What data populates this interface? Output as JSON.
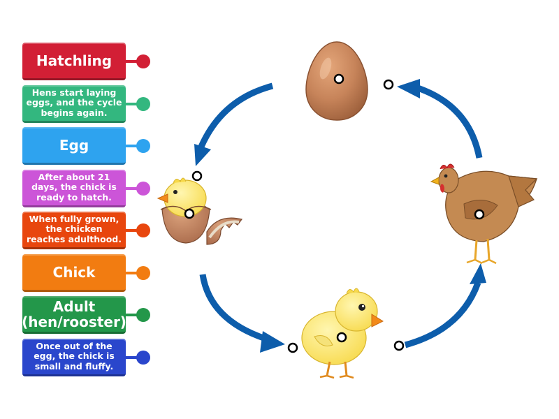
{
  "labels": [
    {
      "text": "Hatchling",
      "color": "#d21f35",
      "size": "big"
    },
    {
      "text": "Hens start laying eggs, and the cycle begins again.",
      "color": "#33b77f",
      "size": "small"
    },
    {
      "text": "Egg",
      "color": "#2ea3ef",
      "size": "big"
    },
    {
      "text": "After about 21 days, the chick is ready to hatch.",
      "color": "#cc55d8",
      "size": "small"
    },
    {
      "text": "When fully grown, the chicken reaches adulthood.",
      "color": "#e8460e",
      "size": "small"
    },
    {
      "text": "Chick",
      "color": "#f27c11",
      "size": "big"
    },
    {
      "text": "Adult (hen/rooster)",
      "color": "#23974a",
      "size": "big"
    },
    {
      "text": "Once out of the egg, the chick is small and fluffy.",
      "color": "#2a46cc",
      "size": "small"
    }
  ],
  "diagram": {
    "stages": [
      "egg",
      "hatching chick",
      "chick",
      "hen"
    ],
    "arrow_color": "#0d5dab"
  }
}
